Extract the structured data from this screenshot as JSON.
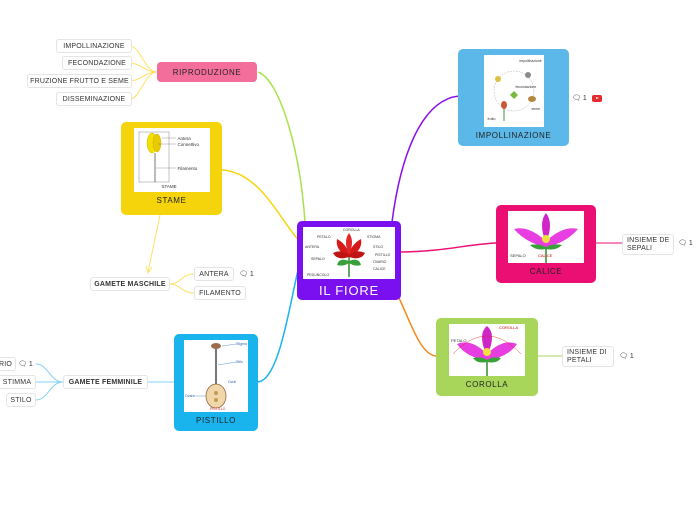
{
  "central": {
    "title": "IL FIORE"
  },
  "central_labels": [
    "COROLLA",
    "PETALO",
    "STIGMA",
    "ANTERA",
    "STILO",
    "PISTILLO",
    "SEPALO",
    "OVARIO",
    "CALICE",
    "PEDUNCOLO"
  ],
  "riproduzione": {
    "label": "RIPRODUZIONE",
    "children": [
      "IMPOLLINAZIONE",
      "FECONDAZIONE",
      "FRUZIONE FRUTTO E SEME",
      "DISSEMINAZIONE"
    ]
  },
  "stame": {
    "label": "STAME",
    "img_labels": {
      "antera": "Antera",
      "connettivo": "Connettivo",
      "filamento": "Filamento",
      "caption": "STAME"
    }
  },
  "gamete_maschile": {
    "label": "GAMETE MASCHILE",
    "children": [
      "ANTERA",
      "FILAMENTO"
    ],
    "antera_comments": "1"
  },
  "pistillo": {
    "label": "PISTILLO",
    "img_labels": [
      "Stigma",
      "Stilo",
      "Ovario",
      "Ovuli",
      "PISTILLO"
    ]
  },
  "gamete_femminile": {
    "label": "GAMETE FEMMINILE",
    "children": [
      "RIO",
      "STIMMA",
      "STILO"
    ],
    "ovario_comments": "1"
  },
  "impollinazione": {
    "label": "IMPOLLINAZIONE",
    "comments": "1",
    "img_labels": [
      "impollinazione",
      "fecondazione",
      "seme",
      "frutto"
    ]
  },
  "calice": {
    "label": "CALICE",
    "note": "INSIEME DE SEPALI",
    "note_lines": [
      "INSIEME DE",
      "SEPALI"
    ],
    "comments": "1",
    "img_labels": [
      "SEPALO",
      "CALICE"
    ]
  },
  "corolla": {
    "label": "COROLLA",
    "note_lines": [
      "INSIEME DI",
      "PETALI"
    ],
    "comments": "1",
    "img_labels": [
      "COROLLA",
      "PETALO"
    ]
  },
  "colors": {
    "central": "#7a10f0",
    "riproduzione": "#f46e9c",
    "stame": "#f6d40b",
    "pistillo": "#19b4ee",
    "impollinazione": "#5cb8e8",
    "calice": "#ec0f73",
    "corolla": "#a8d65a"
  }
}
